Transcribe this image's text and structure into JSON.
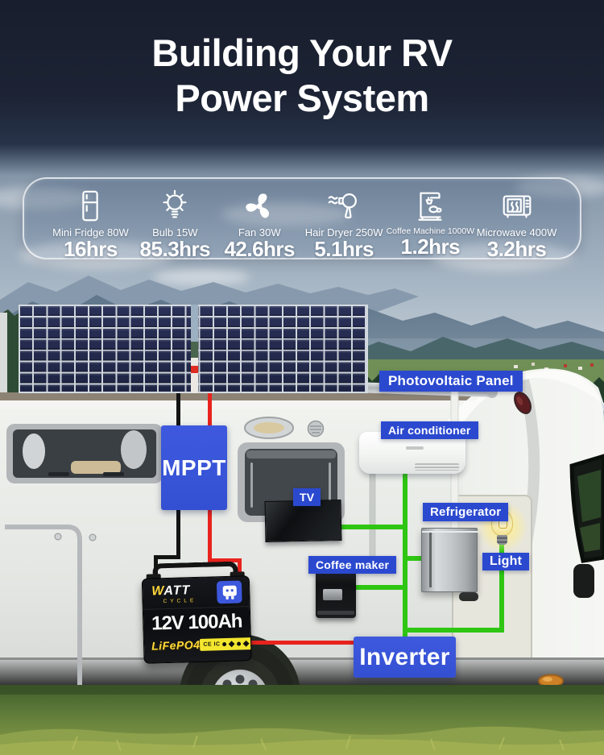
{
  "header": {
    "title_line1": "Building Your RV",
    "title_line2": "Power System"
  },
  "appliance_card": {
    "items": [
      {
        "icon": "mini-fridge-icon",
        "label": "Mini Fridge 80W",
        "hours": "16hrs"
      },
      {
        "icon": "bulb-icon",
        "label": "Bulb 15W",
        "hours": "85.3hrs"
      },
      {
        "icon": "fan-icon",
        "label": "Fan 30W",
        "hours": "42.6hrs"
      },
      {
        "icon": "hair-dryer-icon",
        "label": "Hair Dryer 250W",
        "hours": "5.1hrs"
      },
      {
        "icon": "coffee-machine-icon",
        "label": "Coffee Machine 1000W",
        "hours": "1.2hrs"
      },
      {
        "icon": "microwave-icon",
        "label": "Microwave 400W",
        "hours": "3.2hrs"
      }
    ]
  },
  "diagram": {
    "photovoltaic_panel_label": "Photovoltaic Panel",
    "mppt_label": "MPPT",
    "air_conditioner_label": "Air conditioner",
    "tv_label": "TV",
    "refrigerator_label": "Refrigerator",
    "coffee_maker_label": "Coffee maker",
    "light_label": "Light",
    "inverter_label": "Inverter"
  },
  "battery": {
    "brand_w": "W",
    "brand_rest": "ATT",
    "brand_sub": "CYCLE",
    "rating": "12V 100Ah",
    "chemistry": "LiFePO4",
    "cert_marks": "CE IC"
  },
  "colors": {
    "label_blue": "#2b49cf",
    "box_blue": "#3c57dc",
    "wire_red": "#e8231e",
    "wire_black": "#141414",
    "wire_green": "#2ec612",
    "battery_accent_yellow": "#ffd83a"
  }
}
